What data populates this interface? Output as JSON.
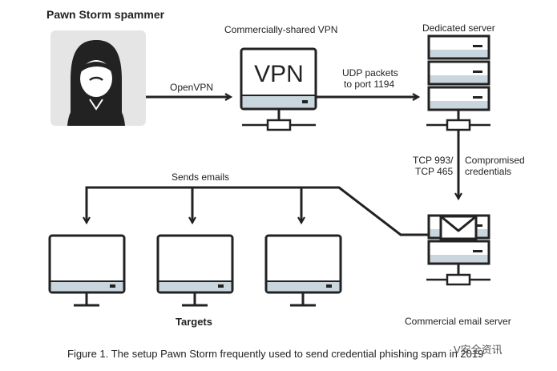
{
  "labels": {
    "spammer": "Pawn Storm spammer",
    "vpn_title": "Commercially-shared VPN",
    "dedicated": "Dedicated server",
    "vpn_text": "VPN",
    "openvpn": "OpenVPN",
    "udp_line1": "UDP packets",
    "udp_line2": "to port 1194",
    "tcp_line1": "TCP 993/",
    "tcp_line2": "TCP 465",
    "comp_line1": "Compromised",
    "comp_line2": "credentials",
    "sends": "Sends emails",
    "targets": "Targets",
    "email_server": "Commercial email server"
  },
  "caption": "Figure 1. The setup Pawn Storm frequently used to send credential phishing spam in 2019",
  "watermark": "V安全资讯",
  "colors": {
    "stroke": "#222222",
    "screen_bar": "#c9d6de",
    "avatar_bg": "#e5e5e5",
    "text": "#222222"
  }
}
